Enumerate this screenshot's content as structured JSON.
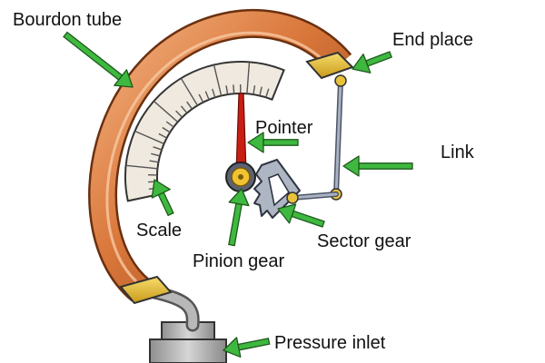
{
  "labels": {
    "bourdon_tube": "Bourdon tube",
    "end_place": "End place",
    "pointer": "Pointer",
    "link": "Link",
    "scale": "Scale",
    "sector_gear": "Sector gear",
    "pinion_gear": "Pinion gear",
    "pressure_inlet": "Pressure inlet"
  },
  "colors": {
    "tube": "#d9763a",
    "tube_dark": "#8e4518",
    "tube_light": "#f3b07e",
    "end_block": "#e8c23a",
    "scale_face": "#efe9df",
    "pointer": "#c81e14",
    "gear_metal": "#aeb6c4",
    "pinion": "#f1c232",
    "arrow": "#3fb83f",
    "link": "#8c96a8",
    "base": "#b9b9b9"
  },
  "icons": {
    "callout": "green-arrow-icon"
  }
}
